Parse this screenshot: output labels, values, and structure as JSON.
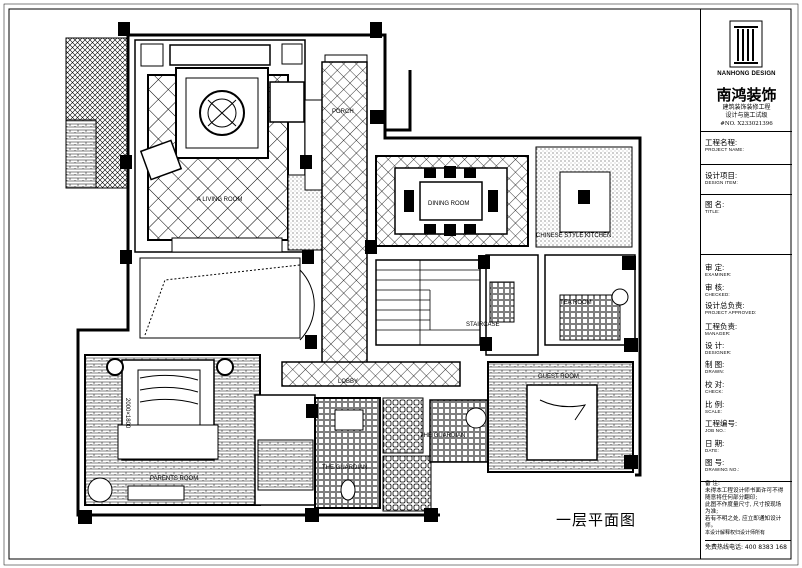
{
  "drawing_title": "一层平面图",
  "firm": {
    "name_cn": "南鸿装饰",
    "name_en": "NANHONG DESIGN",
    "subtitle_1": "建筑装饰装修工程",
    "subtitle_2": "设计与施工试级",
    "cert_no": "#NO. X2330213​96"
  },
  "title_block": [
    {
      "cn": "工程名程:",
      "en": "PROJECT NAME:"
    },
    {
      "cn": "设计项目:",
      "en": "DESIGN ITEM:"
    },
    {
      "cn": "图 名:",
      "en": "TITLE:"
    },
    {
      "cn": "审 定:",
      "en": "EXAMINER:"
    },
    {
      "cn": "审 核:",
      "en": "CHECKED:"
    },
    {
      "cn": "设计总负责:",
      "en": "PROJECT APPROVED:"
    },
    {
      "cn": "工程负责:",
      "en": "MANAGER:"
    },
    {
      "cn": "设 计:",
      "en": "DESIGNER:"
    },
    {
      "cn": "制 图:",
      "en": "DRAWN:"
    },
    {
      "cn": "校 对:",
      "en": "CHECK:"
    },
    {
      "cn": "比 例:",
      "en": "SCALE:"
    },
    {
      "cn": "工程编号:",
      "en": "JOB NO.:"
    },
    {
      "cn": "日 期:",
      "en": "DATE:"
    },
    {
      "cn": "图 号:",
      "en": "DRAWING NO.:"
    }
  ],
  "notes": {
    "heading": "备 注:",
    "lines": [
      "未得本工程设计师书面许可不得",
      "随意将任何部分翻印;",
      "此图不作度量尺寸, 尺寸按现场",
      "为准;",
      "若有不明之处, 应立即通知设计",
      "师。"
    ],
    "footer": "本设计解释权归设计师所有",
    "hotline": "免费热线电话: 400 8383 168"
  },
  "rooms": {
    "living": "A LIVING ROOM",
    "porch": "PORCH",
    "dining": "DINING ROOM",
    "kitchen": "CHINESE STYLE KITCHEN",
    "lobby": "LOBBY",
    "staircase": "STAIRCASE",
    "guest_room": "GUEST ROOM",
    "guardian_1": "THE GUARDIAN",
    "guardian_2": "THE GUARDIAN",
    "parents_room": "PARENTS ROOM",
    "tea_room": "TEA ROOM",
    "bed_dims": "2000×1800"
  }
}
